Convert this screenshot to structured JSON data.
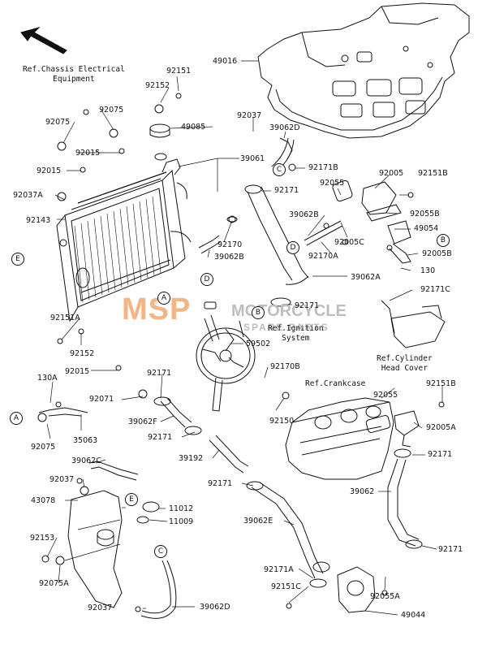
{
  "refs": {
    "chassis": "Ref.Chassis Electrical\nEquipment",
    "ignition": "Ref.Ignition\nSystem",
    "cylinder": "Ref.Cylinder\nHead Cover",
    "crankcase": "Ref.Crankcase"
  },
  "watermark": {
    "logo": "MSP",
    "brand": "MOTORCYCLE",
    "sub": "SPARE PARTS"
  },
  "connectors": [
    "A",
    "B",
    "C",
    "D",
    "E"
  ],
  "parts": [
    "49016",
    "92151",
    "92152",
    "92075",
    "49085",
    "92037",
    "39062D",
    "39061",
    "92015",
    "92171B",
    "92075",
    "92015",
    "92171",
    "92055",
    "92005",
    "92151B",
    "92037A",
    "39062B",
    "92055B",
    "49054",
    "92143",
    "92170",
    "92005C",
    "92005B",
    "39062B",
    "92170A",
    "130",
    "39062A",
    "92171C",
    "92171",
    "92151A",
    "59502",
    "92152",
    "92015",
    "92170B",
    "92171",
    "92055",
    "92151B",
    "130A",
    "92071",
    "92150",
    "92005A",
    "39062F",
    "92171",
    "92075",
    "35063",
    "92171",
    "39062C",
    "39192",
    "39062",
    "92037",
    "92171",
    "43078",
    "11012",
    "11009",
    "39062E",
    "92153",
    "92171",
    "92171A",
    "92075A",
    "92151C",
    "92055A",
    "92037",
    "39062D",
    "49044"
  ],
  "colors": {
    "line": "#111111",
    "watermark": "#bdbdbd",
    "watermark_accent": "#f08a3c"
  }
}
